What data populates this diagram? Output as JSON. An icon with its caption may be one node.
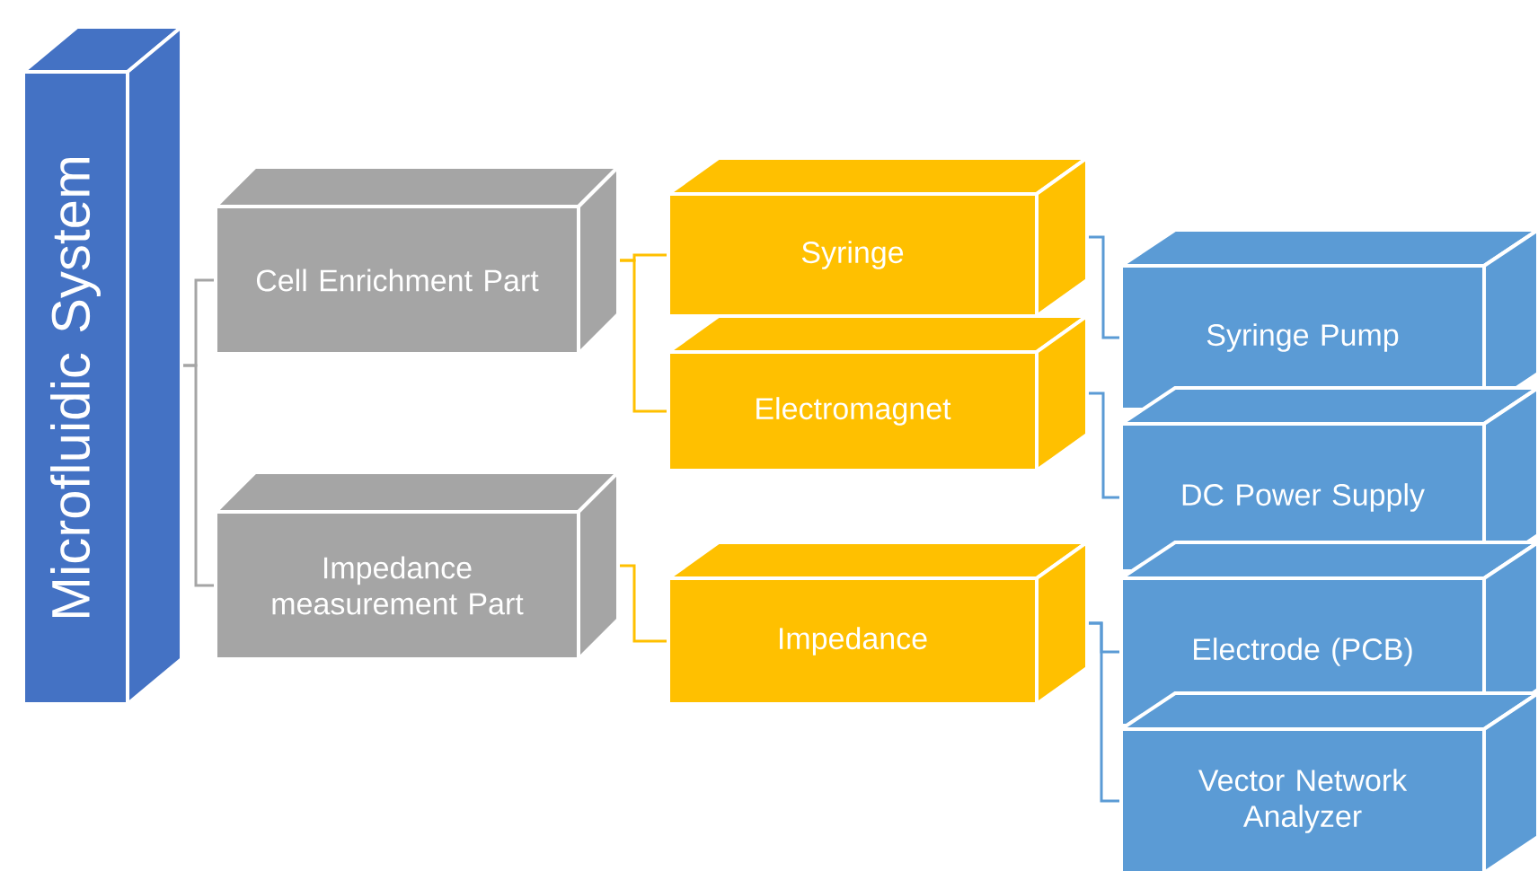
{
  "diagram": {
    "nodes": [
      {
        "text": [
          "Microfluidic System"
        ]
      },
      {
        "text": [
          "Cell Enrichment Part"
        ]
      },
      {
        "text": [
          "Impedance measurement Part"
        ]
      },
      {
        "text": [
          "Syringe"
        ]
      },
      {
        "text": [
          "Electromagnet"
        ]
      },
      {
        "text": [
          "Impedance"
        ]
      },
      {
        "text": [
          "Syringe Pump"
        ]
      },
      {
        "text": [
          "DC Power Supply"
        ]
      },
      {
        "text": [
          "Electrode (PCB)"
        ]
      },
      {
        "text": [
          "Vector Network Analyzer"
        ]
      }
    ],
    "edges": [
      {
        "from": 0,
        "to": 1,
        "arrow": "none",
        "color": "#a5a5a5"
      },
      {
        "from": 0,
        "to": 2,
        "arrow": "none",
        "color": "#a5a5a5"
      },
      {
        "from": 1,
        "to": 3,
        "arrow": "none",
        "color": "#ffc000"
      },
      {
        "from": 1,
        "to": 4,
        "arrow": "none",
        "color": "#ffc000"
      },
      {
        "from": 2,
        "to": 5,
        "arrow": "none",
        "color": "#ffc000"
      },
      {
        "from": 3,
        "to": 6,
        "arrow": "none"
      },
      {
        "from": 4,
        "to": 7,
        "arrow": "none"
      },
      {
        "from": 5,
        "to": 8,
        "arrow": "none"
      },
      {
        "from": 5,
        "to": 9,
        "arrow": "none"
      }
    ]
  }
}
